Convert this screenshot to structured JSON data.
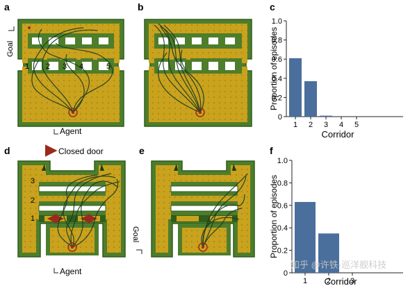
{
  "colors": {
    "bar": "#4a6f9c",
    "floor": "#c9a21e",
    "wall": "#4e7d2b",
    "wall_edge": "#2f5d1c",
    "trajectory": "#163a22",
    "door": "#9a2a1c",
    "hole": "#ffffff",
    "axis": "#222222"
  },
  "panels": {
    "a": {
      "letter": "a",
      "goal": "Goal",
      "agent": "Agent",
      "corridors": [
        "1",
        "2",
        "3",
        "4",
        "5"
      ]
    },
    "b": {
      "letter": "b"
    },
    "c": {
      "letter": "c"
    },
    "d": {
      "letter": "d",
      "legend": "Closed door",
      "agent": "Agent",
      "corridors": [
        "1",
        "2",
        "3"
      ]
    },
    "e": {
      "letter": "e",
      "goal": "Goal"
    },
    "f": {
      "letter": "f"
    }
  },
  "watermark": "知乎 @许铁-巡洋舰科技",
  "chart_data": [
    {
      "panel": "c",
      "type": "bar",
      "categories": [
        "1",
        "2",
        "3",
        "4",
        "5"
      ],
      "values": [
        0.61,
        0.37,
        0.01,
        0.0,
        0.0
      ],
      "xlabel": "Corridor",
      "ylabel": "Proportion of episodes",
      "ylim": [
        0,
        1.0
      ],
      "yticks": [
        "0",
        "0.2",
        "0.4",
        "0.6",
        "0.8",
        "1.0"
      ],
      "grid": false
    },
    {
      "panel": "f",
      "type": "bar",
      "categories": [
        "1",
        "2",
        "3"
      ],
      "values": [
        0.63,
        0.35,
        0.0
      ],
      "xlabel": "Corridor",
      "ylabel": "Proportion of episodes",
      "ylim": [
        0,
        1.0
      ],
      "yticks": [
        "0",
        "0.2",
        "0.4",
        "0.6",
        "0.8",
        "1.0"
      ],
      "grid": false
    }
  ]
}
